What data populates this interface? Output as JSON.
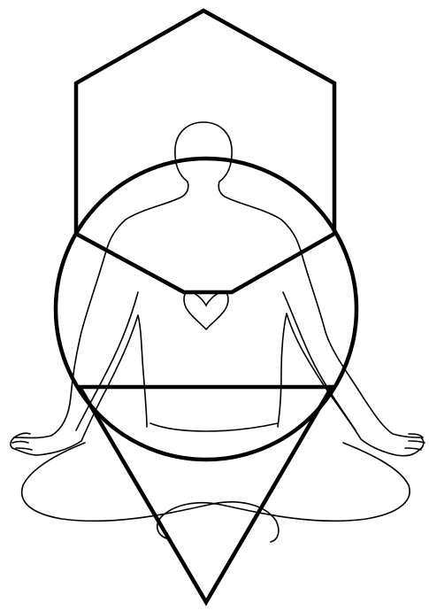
{
  "diagram": {
    "colors": {
      "background": "#ffffff",
      "stroke": "#000000"
    },
    "elements": {
      "figure": "meditating-figure-outline",
      "heart": "heart-icon",
      "hexagon": "upper-hexagon",
      "circle": "central-circle",
      "triangle": "downward-triangle"
    }
  }
}
